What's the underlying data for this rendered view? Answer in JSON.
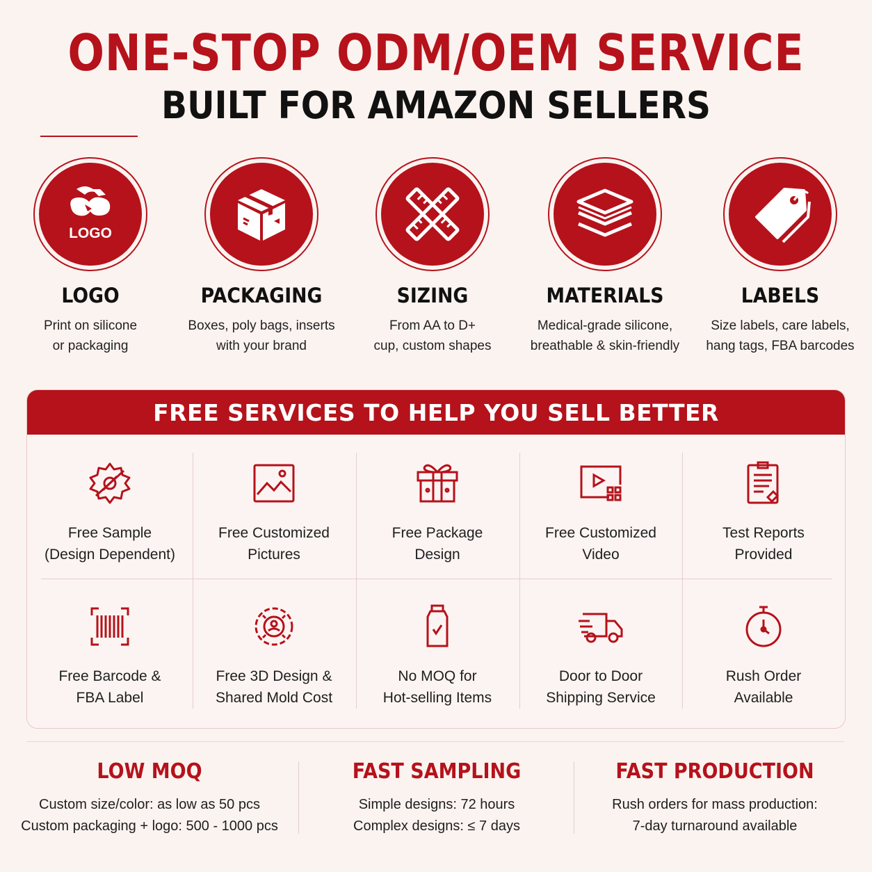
{
  "header": {
    "title": "ONE-STOP ODM/OEM SERVICE",
    "subtitle": "BUILT FOR AMAZON SELLERS"
  },
  "colors": {
    "accent": "#b5121b",
    "background": "#fbf3f0",
    "text": "#111111"
  },
  "customization": [
    {
      "icon": "logo-icon",
      "icon_text": "LOGO",
      "title": "LOGO",
      "desc1": "Print on silicone",
      "desc2": "or packaging"
    },
    {
      "icon": "box-icon",
      "title": "PACKAGING",
      "desc1": "Boxes, poly bags, inserts",
      "desc2": "with your brand"
    },
    {
      "icon": "ruler-icon",
      "title": "SIZING",
      "desc1": "From AA to D+",
      "desc2": "cup, custom shapes"
    },
    {
      "icon": "layers-icon",
      "title": "MATERIALS",
      "desc1": "Medical-grade silicone,",
      "desc2": "breathable & skin-friendly"
    },
    {
      "icon": "tag-icon",
      "title": "LABELS",
      "desc1": "Size labels, care labels,",
      "desc2": "hang tags, FBA barcodes"
    }
  ],
  "services": {
    "title": "FREE SERVICES TO HELP YOU SELL BETTER",
    "items": [
      {
        "icon": "sample-icon",
        "line1": "Free Sample",
        "line2": "(Design Dependent)"
      },
      {
        "icon": "picture-icon",
        "line1": "Free Customized",
        "line2": "Pictures"
      },
      {
        "icon": "gift-icon",
        "line1": "Free Package",
        "line2": "Design"
      },
      {
        "icon": "video-icon",
        "line1": "Free Customized",
        "line2": "Video"
      },
      {
        "icon": "report-icon",
        "line1": "Test Reports",
        "line2": "Provided"
      },
      {
        "icon": "barcode-icon",
        "line1": "Free Barcode &",
        "line2": "FBA Label"
      },
      {
        "icon": "mold-icon",
        "line1": "Free 3D Design &",
        "line2": "Shared Mold Cost"
      },
      {
        "icon": "bottle-icon",
        "line1": "No MOQ for",
        "line2": "Hot-selling Items"
      },
      {
        "icon": "truck-icon",
        "line1": "Door to Door",
        "line2": "Shipping Service"
      },
      {
        "icon": "stopwatch-icon",
        "line1": "Rush Order",
        "line2": "Available"
      }
    ]
  },
  "stats": [
    {
      "title": "LOW MOQ",
      "line1": "Custom size/color: as low as 50 pcs",
      "line2": "Custom packaging + logo: 500 - 1000 pcs"
    },
    {
      "title": "FAST SAMPLING",
      "line1": "Simple designs: 72 hours",
      "line2": "Complex designs:  ≤ 7 days"
    },
    {
      "title": "FAST PRODUCTION",
      "line1": "Rush orders for mass production:",
      "line2": "7-day turnaround available"
    }
  ]
}
